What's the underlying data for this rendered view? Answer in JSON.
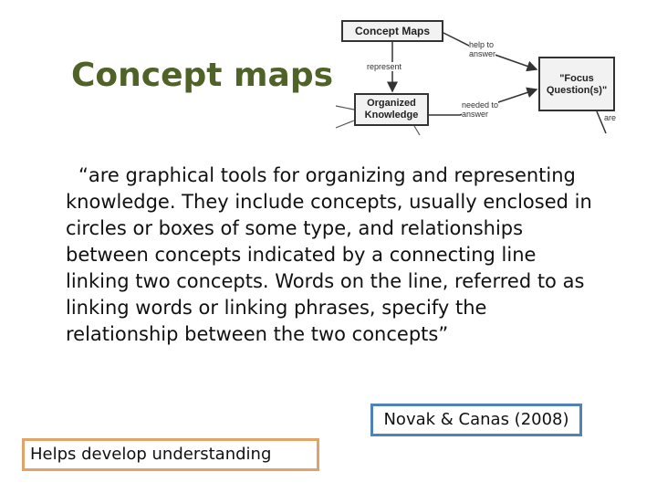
{
  "slide": {
    "title": "Concept maps",
    "quote": "“are graphical tools for organizing and representing knowledge. They include concepts, usually enclosed in circles or boxes of some type, and relationships between concepts indicated by a connecting line linking two concepts. Words on the line, referred to as linking words or linking phrases, specify the relationship between the two concepts”",
    "citation": "Novak & Canas (2008)",
    "helps": "Helps develop understanding"
  },
  "diagram": {
    "nodes": {
      "concept_maps": "Concept Maps",
      "organized_line1": "Organized",
      "organized_line2": "Knowledge",
      "focus_line1": "\"Focus",
      "focus_line2": "Question(s)\""
    },
    "links": {
      "represent": "represent",
      "help_line1": "help to",
      "help_line2": "answer",
      "needed_line1": "needed to",
      "needed_line2": "answer",
      "are": "are"
    }
  }
}
